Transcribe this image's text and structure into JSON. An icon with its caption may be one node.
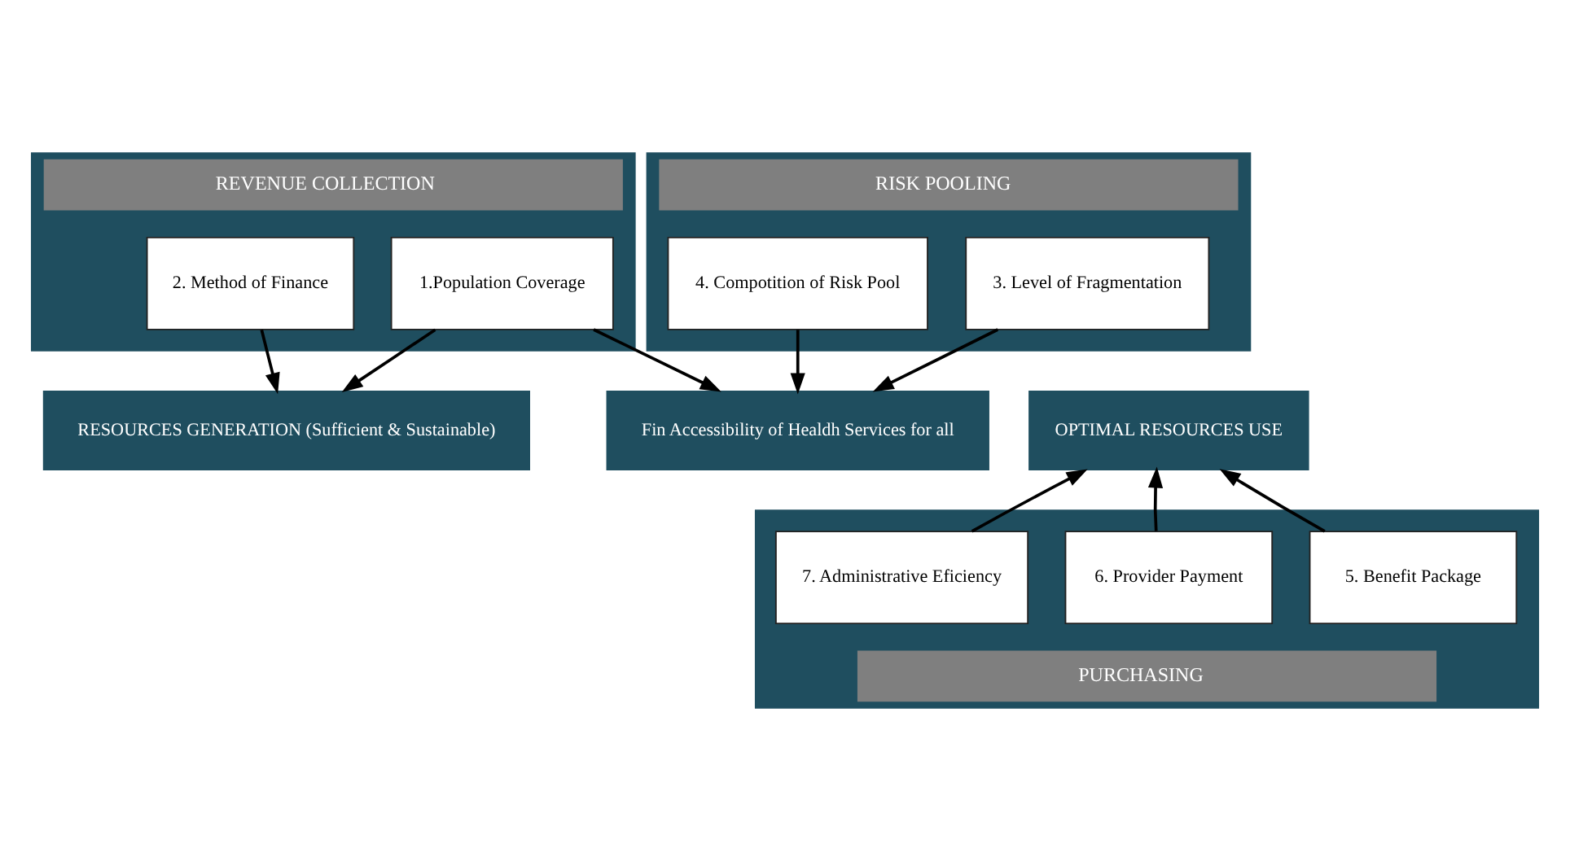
{
  "diagram": {
    "nodes": [
      {
        "text": [
          "REVENUE COLLECTION"
        ]
      },
      {
        "text": [
          "1.Population Coverage"
        ],
        "in": 0
      },
      {
        "text": [
          "2. Method of Finance"
        ],
        "in": 0
      },
      {
        "text": [
          "RISK POOLING"
        ]
      },
      {
        "text": [
          "3. Level of Fragmentation"
        ],
        "in": 3
      },
      {
        "text": [
          "4. Compotition of Risk Pool"
        ],
        "in": 3
      },
      {
        "text": [
          "RESOURCES GENERATION (Sufficient & Sustainable)"
        ]
      },
      {
        "text": [
          "OPTIMAL RESOURCES USE"
        ]
      },
      {
        "text": [
          "Fin Accessibility of Healdh Services for all"
        ]
      },
      {
        "text": [
          "PURCHASING"
        ]
      },
      {
        "text": [
          "5. Benefit Package"
        ],
        "in": 9
      },
      {
        "text": [
          "6. Provider Payment"
        ],
        "in": 9
      },
      {
        "text": [
          "7. Administrative Eficiency"
        ],
        "in": 9
      }
    ],
    "edges": [
      {
        "from": 1,
        "to": 6,
        "arrow": "to"
      },
      {
        "from": 2,
        "to": 6,
        "arrow": "to"
      },
      {
        "from": 4,
        "to": 8,
        "arrow": "to"
      },
      {
        "from": 1,
        "to": 8,
        "arrow": "to"
      },
      {
        "from": 5,
        "to": 8,
        "arrow": "to"
      },
      {
        "from": 10,
        "to": 7,
        "arrow": "to"
      },
      {
        "from": 11,
        "to": 7,
        "arrow": "to"
      },
      {
        "from": 12,
        "to": 7,
        "arrow": "to"
      }
    ]
  }
}
